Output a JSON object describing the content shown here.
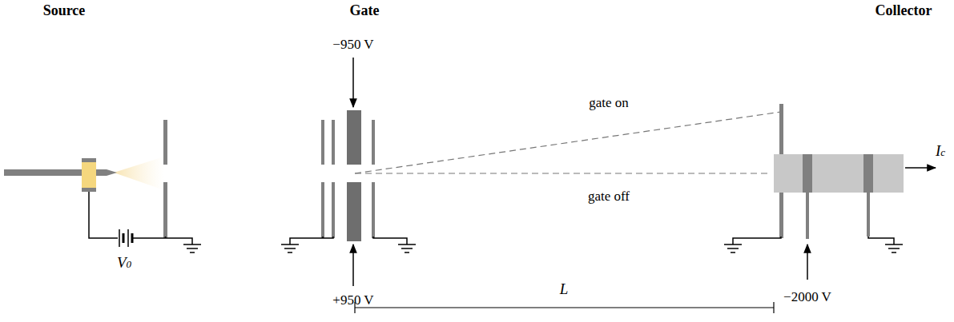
{
  "diagram": {
    "labels": [
      "Source",
      "Gate",
      "Collector",
      "−950 V",
      "gate on",
      "gate off",
      "V0",
      "+950 V",
      "L",
      "−2000 V",
      "Ic"
    ]
  }
}
